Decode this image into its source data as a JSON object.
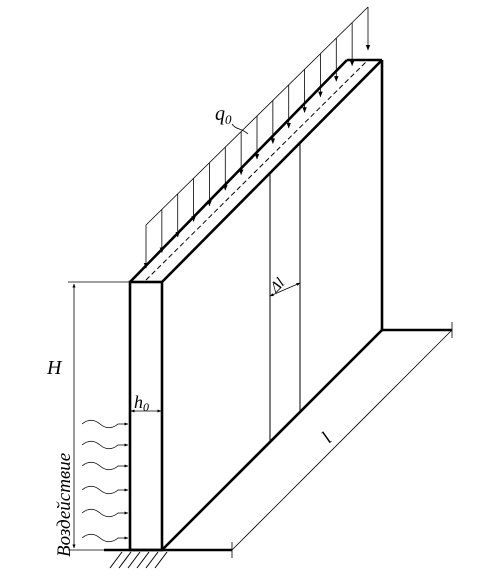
{
  "labels": {
    "load": "q",
    "load_sub": "0",
    "height": "H",
    "thickness": "h",
    "thickness_sub": "0",
    "crack_width": "Δl",
    "length": "l",
    "impact": "Воздействие"
  },
  "colors": {
    "stroke": "#000000",
    "background": "#ffffff"
  }
}
